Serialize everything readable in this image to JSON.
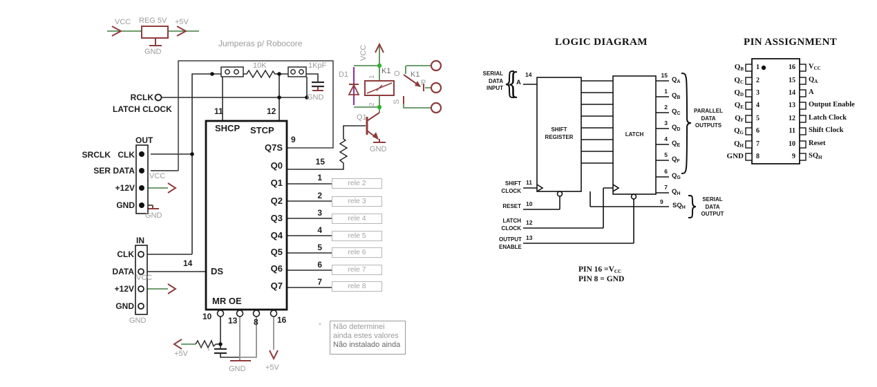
{
  "schematic": {
    "regulator": {
      "vcc": "VCC",
      "name": "REG 5V",
      "out": "+5V",
      "gnd": "GND"
    },
    "jumper_note": "Jumperas p/ Robocore",
    "r_jumper": "10K",
    "c_filter": "1KpF",
    "c_filter_gnd": "GND",
    "rclk": "RCLK",
    "latch_clock": "LATCH CLOCK",
    "out_conn": {
      "title": "OUT",
      "rows": [
        [
          "SRCLK",
          "CLK"
        ],
        [
          "SER",
          "DATA"
        ],
        [
          "",
          "+12V"
        ],
        [
          "",
          "GND"
        ]
      ],
      "vcc": "VCC",
      "gnd": "GND"
    },
    "in_conn": {
      "title": "IN",
      "rows": [
        "CLK",
        "DATA",
        "+12V",
        "GND"
      ],
      "vcc": "VCC",
      "gnd": "GND",
      "pin14": "14"
    },
    "ic": {
      "pin11": "11",
      "pin12": "12",
      "shcp": "SHCP",
      "stcp": "STCP",
      "ds": "DS",
      "mroe": "MR OE",
      "right": [
        {
          "n": "9",
          "name": "Q7S"
        },
        {
          "n": "15",
          "name": "Q0"
        },
        {
          "n": "1",
          "name": "Q1"
        },
        {
          "n": "2",
          "name": "Q2"
        },
        {
          "n": "3",
          "name": "Q3"
        },
        {
          "n": "4",
          "name": "Q4"
        },
        {
          "n": "5",
          "name": "Q5"
        },
        {
          "n": "6",
          "name": "Q6"
        },
        {
          "n": "7",
          "name": "Q7"
        }
      ],
      "bottom": [
        "10",
        "13",
        "8",
        "16"
      ]
    },
    "relays": [
      "rele 2",
      "rele 3",
      "rele 4",
      "rele 5",
      "rele 6",
      "rele 7",
      "rele 8"
    ],
    "driver": {
      "d1": "D1",
      "k1": "K1",
      "coil_pin1": "1",
      "coil_pin2": "2",
      "vcc": "VCC",
      "q1": "Q1",
      "gnd": "GND",
      "sw_k1": "K1",
      "sw_o": "O",
      "sw_p": "P",
      "sw_s": "S"
    },
    "bottom": {
      "p5_left": "+5V",
      "gnd": "GND",
      "p5_right": "+5V",
      "mark1": "*",
      "mark2": "*",
      "mark3": "*"
    },
    "note": [
      "Não determinei",
      "ainda estes valores",
      "Não instalado ainda"
    ]
  },
  "logic": {
    "title": "LOGIC DIAGRAM",
    "serial_in": "SERIAL\nDATA\nINPUT",
    "a": "A",
    "pin14": "14",
    "shift_register": "SHIFT\nREGISTER",
    "latch": "LATCH",
    "outputs": [
      {
        "n": "15",
        "q": "Q",
        "s": "A"
      },
      {
        "n": "1",
        "q": "Q",
        "s": "B"
      },
      {
        "n": "2",
        "q": "Q",
        "s": "C"
      },
      {
        "n": "3",
        "q": "Q",
        "s": "D"
      },
      {
        "n": "4",
        "q": "Q",
        "s": "E"
      },
      {
        "n": "5",
        "q": "Q",
        "s": "F"
      },
      {
        "n": "6",
        "q": "Q",
        "s": "G"
      },
      {
        "n": "7",
        "q": "Q",
        "s": "H"
      }
    ],
    "parallel_out": "PARALLEL\nDATA\nOUTPUTS",
    "inputs": [
      {
        "label": "SHIFT\nCLOCK",
        "n": "11"
      },
      {
        "label": "RESET",
        "n": "10"
      },
      {
        "label": "LATCH\nCLOCK",
        "n": "12"
      },
      {
        "label": "OUTPUT\nENABLE",
        "n": "13"
      }
    ],
    "sq": {
      "n": "9",
      "main": "SQ",
      "sub": "H"
    },
    "serial_out": "SERIAL\nDATA\nOUTPUT",
    "pin16_note": {
      "main": "PIN 16 =V",
      "sub": "CC"
    },
    "pin8_note": "PIN 8 = GND"
  },
  "pins": {
    "title": "PIN ASSIGNMENT",
    "left": [
      {
        "n": "1",
        "main": "Q",
        "sub": "B"
      },
      {
        "n": "2",
        "main": "Q",
        "sub": "C"
      },
      {
        "n": "3",
        "main": "Q",
        "sub": "D"
      },
      {
        "n": "4",
        "main": "Q",
        "sub": "E"
      },
      {
        "n": "5",
        "main": "Q",
        "sub": "F"
      },
      {
        "n": "6",
        "main": "Q",
        "sub": "G"
      },
      {
        "n": "7",
        "main": "Q",
        "sub": "H"
      },
      {
        "n": "8",
        "main": "GND",
        "sub": ""
      }
    ],
    "right": [
      {
        "n": "16",
        "main": "V",
        "sub": "CC"
      },
      {
        "n": "15",
        "main": "Q",
        "sub": "A"
      },
      {
        "n": "14",
        "main": "A",
        "sub": ""
      },
      {
        "n": "13",
        "main": "Output Enable",
        "sub": ""
      },
      {
        "n": "12",
        "main": "Latch Clock",
        "sub": ""
      },
      {
        "n": "11",
        "main": "Shift Clock",
        "sub": ""
      },
      {
        "n": "10",
        "main": "Reset",
        "sub": ""
      },
      {
        "n": "9",
        "main": "SQ",
        "sub": "H"
      }
    ]
  },
  "glyphs": {
    "brace_left": "{",
    "brace_right": "}"
  },
  "colors": {
    "wire": "#2a2a2a",
    "green": "#3f7d3f",
    "maroon": "#8e3b3b",
    "gray_wire": "#8f8f8f",
    "gray_text": "#9b9b9b",
    "dot_green": "#2db52d"
  }
}
